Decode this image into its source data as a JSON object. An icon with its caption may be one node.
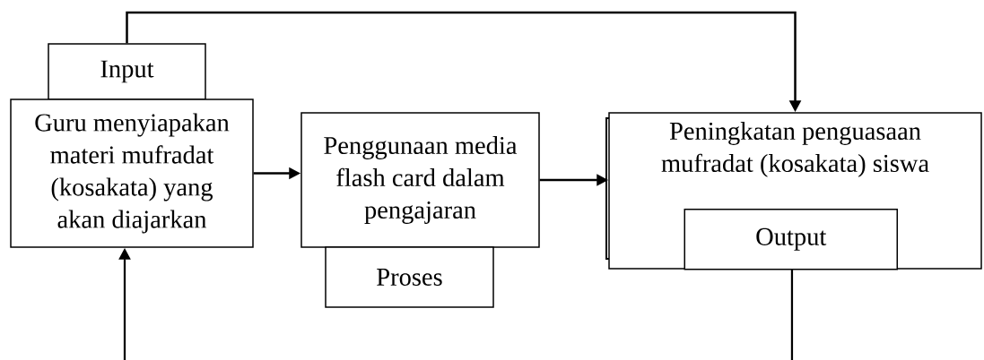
{
  "diagram": {
    "nodes": [
      {
        "text": [
          "Input"
        ]
      },
      {
        "text": [
          "Guru menyiapakan materi mufradat (kosakata) yang akan diajarkan"
        ]
      },
      {
        "text": [
          "Penggunaan media flash card dalam pengajaran"
        ]
      },
      {
        "text": [
          "Proses"
        ]
      },
      {
        "text": [
          "Peningkatan penguasaan mufradat (kosakata) siswa"
        ]
      },
      {
        "text": [
          "Output"
        ],
        "in": 4
      }
    ],
    "edges": [
      {
        "from": 1,
        "to": 2,
        "arrow": "to"
      },
      {
        "from": 2,
        "to": 4,
        "arrow": "to"
      },
      {
        "from": 0,
        "to": 4,
        "arrow": "to"
      },
      {
        "from": 4,
        "to": null,
        "arrow": "none"
      },
      {
        "from": null,
        "to": 1,
        "arrow": "to"
      }
    ]
  }
}
